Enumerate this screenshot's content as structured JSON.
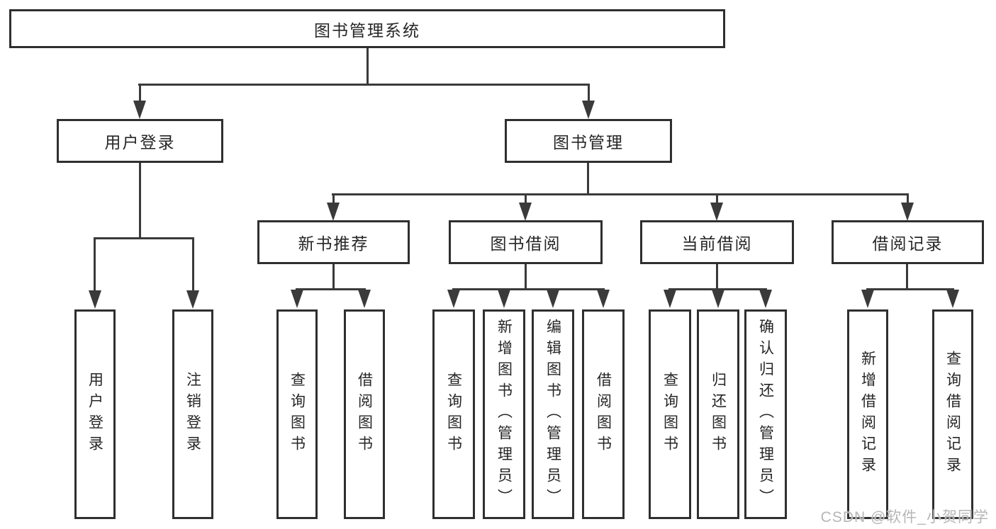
{
  "tree": {
    "root": "图书管理系统",
    "branches": [
      {
        "label": "用户登录",
        "children": [
          "用户登录",
          "注销登录"
        ]
      },
      {
        "label": "图书管理",
        "children": [
          {
            "label": "新书推荐",
            "children": [
              "查询图书",
              "借阅图书"
            ]
          },
          {
            "label": "图书借阅",
            "children": [
              "查询图书",
              "新增图书（管理员）",
              "编辑图书（管理员）",
              "借阅图书"
            ]
          },
          {
            "label": "当前借阅",
            "children": [
              "查询图书",
              "归还图书",
              "确认归还（管理员）"
            ]
          },
          {
            "label": "借阅记录",
            "children": [
              "新增借阅记录",
              "查询借阅记录"
            ]
          }
        ]
      }
    ]
  },
  "watermark": "CSDN @软件_小贺同学",
  "colors": {
    "line": "#3a3a3a",
    "border": "#2f2f2f",
    "text": "#262626",
    "watermark": "#b6b6b6",
    "background": "#ffffff"
  }
}
